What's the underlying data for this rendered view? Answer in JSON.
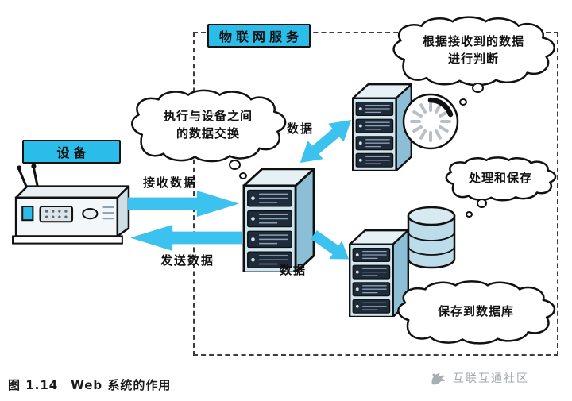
{
  "colors": {
    "accent_cyan": "#2bbde9",
    "arrow_cyan": "#3cc2ee",
    "server_front": "#cfe6f0",
    "server_side": "#8cbed6",
    "slot_dark": "#202b3a",
    "outline": "#111111",
    "watermark_gray": "#a2a8ad"
  },
  "labels": {
    "iot_service": "物联网服务",
    "device": "设备"
  },
  "clouds": {
    "exchange": {
      "lines": [
        "执行与设备之间",
        "的数据交换"
      ]
    },
    "judge": {
      "lines": [
        "根据接收到的数据",
        "进行判断"
      ]
    },
    "process": {
      "lines": [
        "处理和保存"
      ]
    },
    "save": {
      "lines": [
        "保存到数据库"
      ]
    }
  },
  "arrows": {
    "receive": "接收数据",
    "send": "发送数据",
    "data_upper": "数据",
    "data_lower": "数据"
  },
  "caption": "图 1.14　Web 系统的作用",
  "watermark": {
    "text": "互联互通社区"
  }
}
